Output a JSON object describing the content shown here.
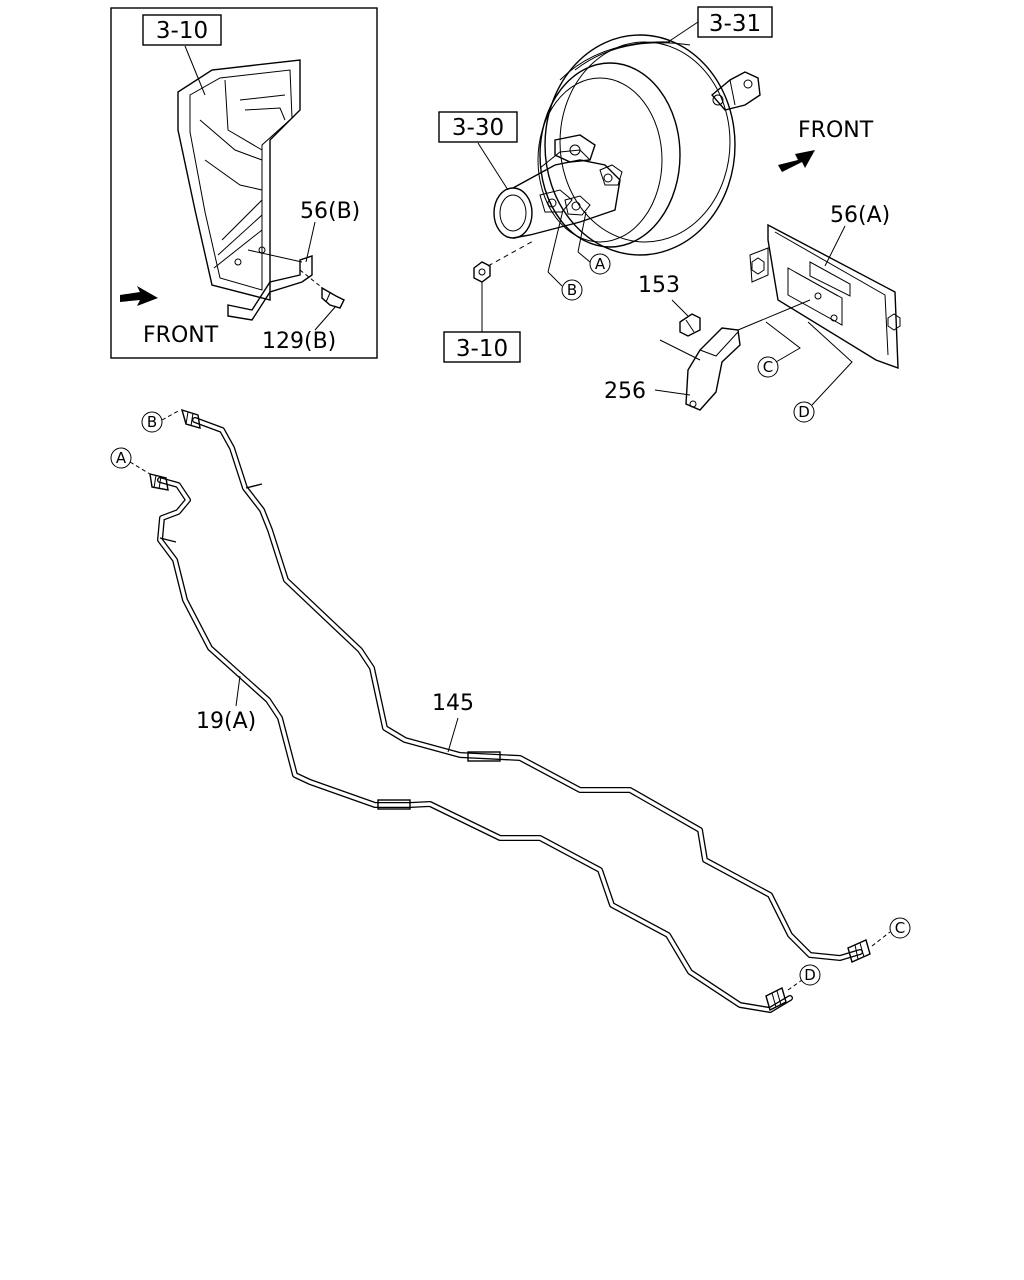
{
  "inset": {
    "ref_box": "3-10",
    "bracket_label": "56(B)",
    "bolt_label": "129(B)",
    "front_label": "FRONT"
  },
  "main": {
    "booster_ref": "3-31",
    "master_cyl_ref": "3-30",
    "nut_ref": "3-10",
    "front_label": "FRONT",
    "bracket_label": "56(A)",
    "bolt_label": "153",
    "clip_label": "256",
    "pipe_long_label": "145",
    "pipe_label": "19(A)"
  },
  "connectors": {
    "a": "A",
    "b": "B",
    "c": "C",
    "d": "D"
  }
}
